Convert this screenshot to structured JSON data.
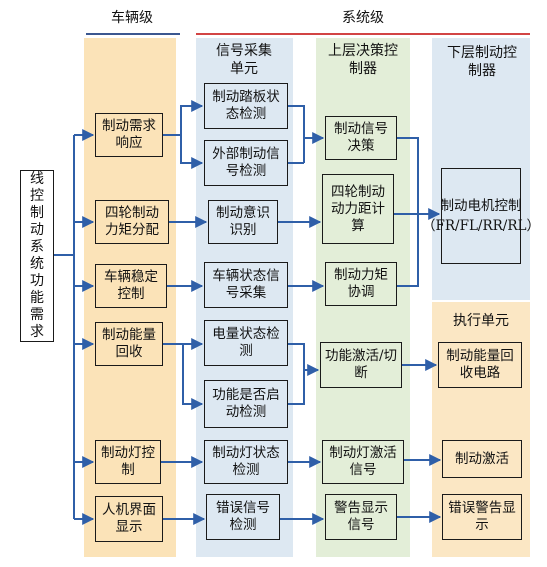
{
  "headers": {
    "vehicle_level": "车辆级",
    "system_level": "系统级",
    "signal_unit": "信号采集单元",
    "upper_controller": "上层决策控制器",
    "lower_controller": "下层制动控制器",
    "exec_unit": "执行单元"
  },
  "root": "线控制动系统功能需求",
  "vehicle": [
    "制动需求响应",
    "四轮制动力矩分配",
    "车辆稳定控制",
    "制动能量回收",
    "制动灯控制",
    "人机界面显示"
  ],
  "signal": [
    "制动踏板状态检测",
    "外部制动信号检测",
    "制动意识识别",
    "车辆状态信号采集",
    "电量状态检测",
    "功能是否启动检测",
    "制动灯状态检测",
    "错误信号检测"
  ],
  "upper": [
    "制动信号决策",
    "四轮制动动力距计算",
    "制动力矩协调",
    "功能激活/切断",
    "制动灯激活信号",
    "警告显示信号"
  ],
  "lower": "制动电机控制（FR/FL/RR/RL）",
  "exec": [
    "制动能量回收电路",
    "制动激活",
    "错误警告显示"
  ],
  "colors": {
    "vehicle_bg": "#fbe3b8",
    "signal_bg": "#dde8f2",
    "upper_bg": "#e3eed8",
    "lower_bg": "#dde8f2",
    "exec_bg": "#fbe7c4",
    "arrow": "#2f5fa8",
    "header_line": "#cc2a2a"
  }
}
